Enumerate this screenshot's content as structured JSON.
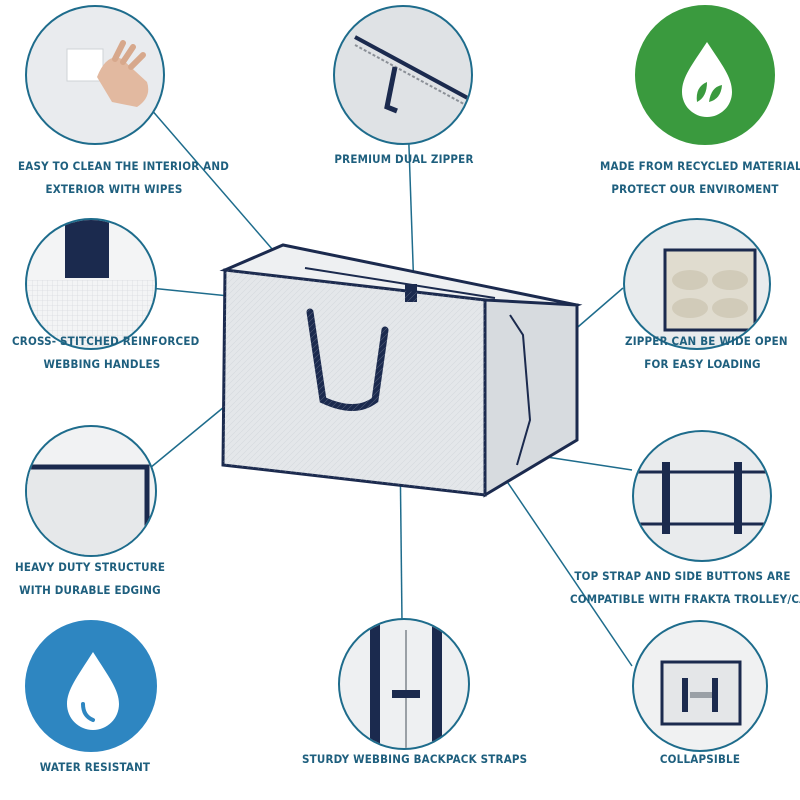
{
  "features": {
    "wipes": {
      "line1": "EASY TO CLEAN THE INTERIOR AND",
      "line2": "EXTERIOR WITH WIPES"
    },
    "zipper": {
      "line1": "PREMIUM  DUAL ZIPPER"
    },
    "recycled": {
      "line1": "MADE FROM RECYCLED MATERIALS",
      "line2": "PROTECT OUR ENVIROMENT"
    },
    "handles": {
      "line1": "CROSS- STITCHED  REINFORCED",
      "line2": "WEBBING HANDLES"
    },
    "wide_open": {
      "line1": "ZIPPER CAN BE WIDE OPEN",
      "line2": "FOR EASY LOADING"
    },
    "structure": {
      "line1": "HEAVY DUTY STRUCTURE",
      "line2": "WITH DURABLE EDGING"
    },
    "strap": {
      "line1": "TOP STRAP AND SIDE BUTTONS ARE",
      "line2": "COMPATIBLE WITH FRAKTA TROLLEY/CART"
    },
    "water": {
      "line1": "WATER RESISTANT"
    },
    "backpack": {
      "line1": "STURDY WEBBING BACKPACK STRAPS"
    },
    "collapsible": {
      "line1": "COLLAPSIBLE"
    }
  },
  "colors": {
    "accent": "#1e6c8c",
    "label": "#1e5f7e",
    "navy": "#1b2a4e",
    "green": "#3a9a3e",
    "water_blue": "#2e86c1"
  },
  "icons": [
    "hand-wipe-icon",
    "leaf-drop-icon",
    "water-drop-icon"
  ]
}
